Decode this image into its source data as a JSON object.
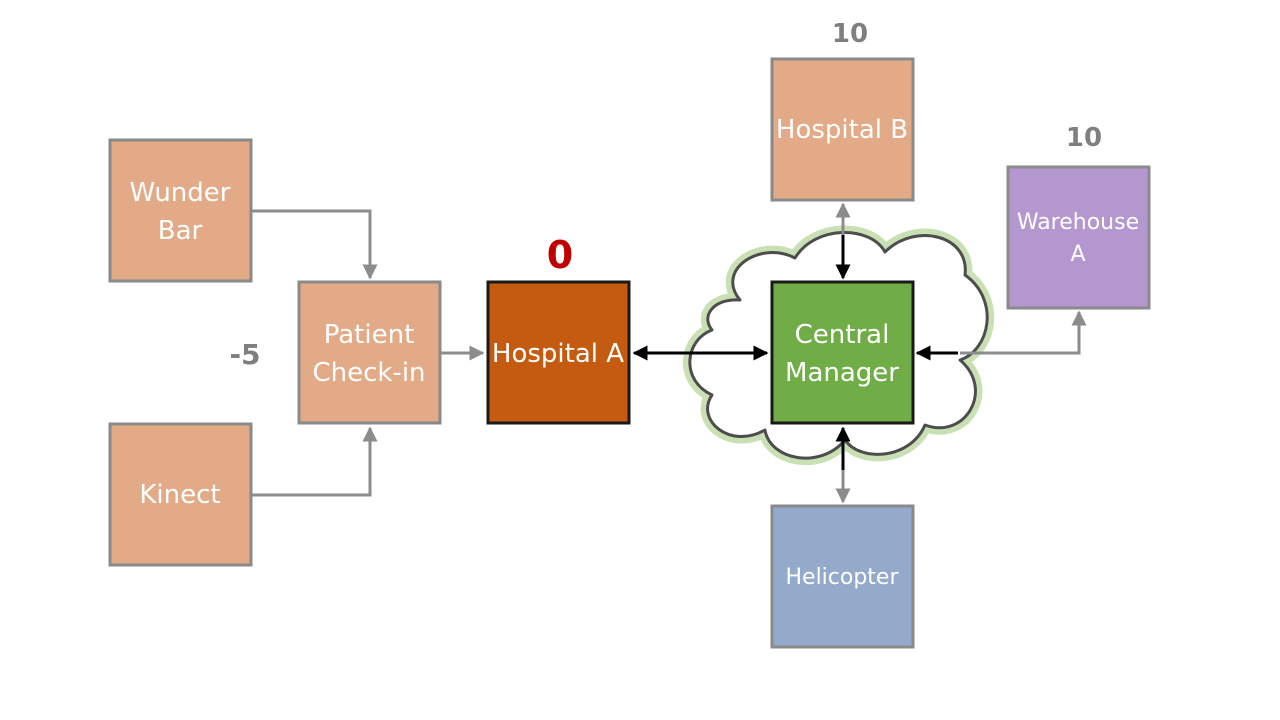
{
  "nodes": {
    "wunder_bar": {
      "label_line1": "Wunder",
      "label_line2": "Bar",
      "fill": "#e2aa87"
    },
    "kinect": {
      "label": "Kinect",
      "fill": "#e2aa87"
    },
    "patient_checkin": {
      "label_line1": "Patient",
      "label_line2": "Check-in",
      "fill": "#e2aa87"
    },
    "hospital_a": {
      "label": "Hospital A",
      "fill": "#c55a11"
    },
    "central_manager": {
      "label_line1": "Central",
      "label_line2": "Manager",
      "fill": "#70ad47"
    },
    "hospital_b": {
      "label": "Hospital B",
      "fill": "#e2aa87"
    },
    "warehouse_a": {
      "label_line1": "Warehouse",
      "label_line2": "A",
      "fill": "#b597d0"
    },
    "helicopter": {
      "label": "Helicopter",
      "fill": "#94aacb"
    }
  },
  "values": {
    "patient_checkin": "-5",
    "hospital_a": "0",
    "hospital_b": "10",
    "warehouse_a": "10"
  },
  "colors": {
    "box_border": "#8a8a8a",
    "dark_border": "#1a1a1a",
    "gray_connector": "#8c8c8c",
    "black_connector": "#000000",
    "hospital_a_value": "#c00000",
    "other_values": "#7f7f7f",
    "cloud_outline": "#4d4d4d",
    "cloud_glow": "#c9e0b4"
  }
}
